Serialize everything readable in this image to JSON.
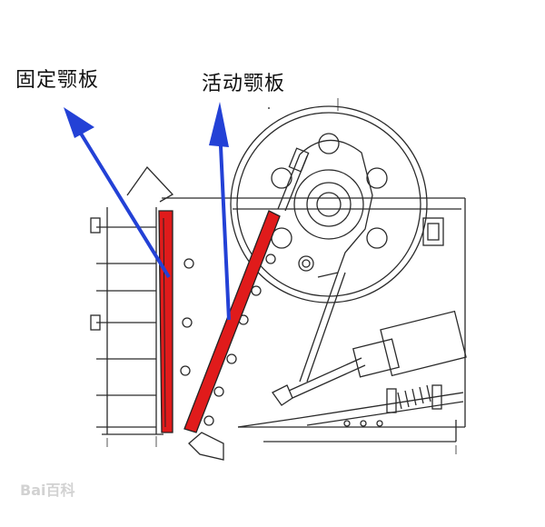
{
  "labels": {
    "fixed_jaw": "固定颚板",
    "moving_jaw": "活动颚板"
  },
  "watermark": "Bai百科",
  "colors": {
    "jaw_plate": "#e01b1b",
    "arrow": "#2341d6",
    "line_drawing": "#2a2a2a"
  }
}
